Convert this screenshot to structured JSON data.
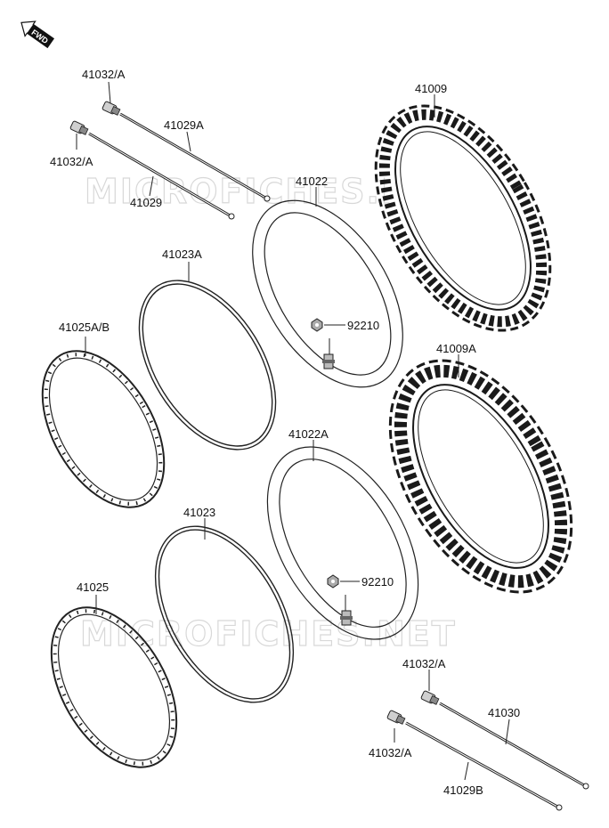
{
  "fwd_label": "FWD",
  "watermark": "MICROFICHES.NET",
  "labels": {
    "spoke_a_upper": "41032/A",
    "spoke_upper_label": "41029A",
    "spoke_a_upper2": "41032/A",
    "spoke_upper2_label": "41029",
    "tube_front": "41022",
    "tire_front": "41009",
    "rim_band_front": "41023A",
    "nut_front": "92210",
    "rim_front": "41025A/B",
    "tire_rear": "41009A",
    "tube_rear": "41022A",
    "rim_band_rear": "41023",
    "nut_rear": "92210",
    "rim_rear": "41025",
    "nipple_lower1": "41032/A",
    "spoke_lower1": "41030",
    "nipple_lower2": "41032/A",
    "spoke_lower2": "41029B"
  }
}
